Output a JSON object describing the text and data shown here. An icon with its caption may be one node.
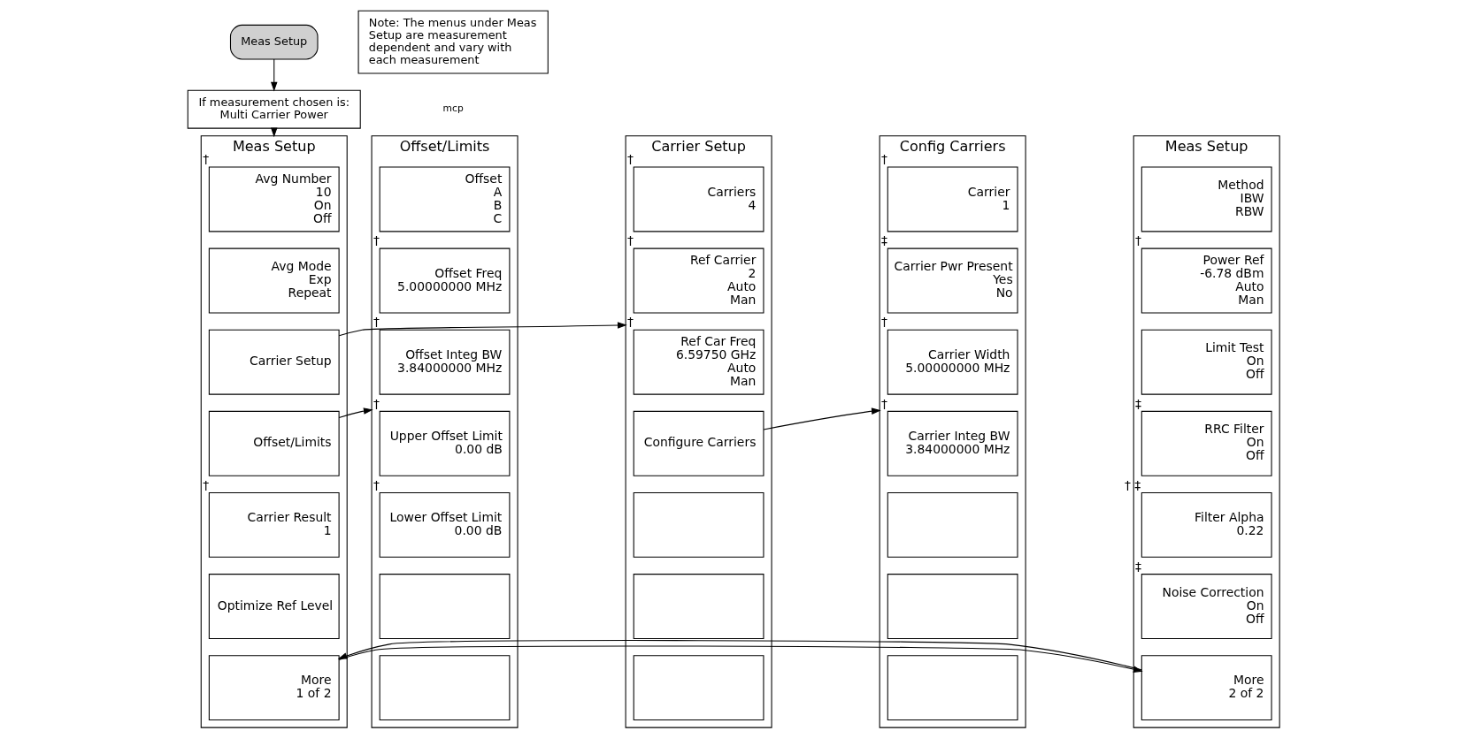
{
  "diagram": {
    "nodes": [
      {
        "text": [
          "Meas Setup"
        ]
      },
      {
        "text": [
          "If measurement chosen is:",
          "Multi Carrier Power"
        ]
      },
      {
        "text": [
          "Note: The menus under Meas Setup are measurement dependent and vary with each measurement"
        ]
      },
      {
        "text": [
          "Meas Setup"
        ]
      },
      {
        "text": [
          "Avg Number",
          "10",
          "On",
          "Off"
        ],
        "in": 3,
        "beside": [
          "†"
        ]
      },
      {
        "text": [
          "Avg Mode",
          "Exp",
          "Repeat"
        ],
        "in": 3
      },
      {
        "text": [
          "Carrier Setup"
        ],
        "in": 3
      },
      {
        "text": [
          "Offset/Limits"
        ],
        "in": 3
      },
      {
        "text": [
          "Carrier Result",
          "1"
        ],
        "in": 3,
        "beside": [
          "†"
        ]
      },
      {
        "text": [
          "Optimize Ref Level"
        ],
        "in": 3
      },
      {
        "text": [
          "More",
          "1 of 2"
        ],
        "in": 3
      },
      {
        "text": [
          "Meas Setup"
        ]
      },
      {
        "text": [
          "Method",
          "IBW",
          "RBW"
        ],
        "in": 11
      },
      {
        "text": [
          "Power Ref",
          "-6.78 dBm",
          "Auto",
          "Man"
        ],
        "in": 11,
        "beside": [
          "†"
        ]
      },
      {
        "text": [
          "Limit Test",
          "On",
          "Off"
        ],
        "in": 11
      },
      {
        "text": [
          "RRC Filter",
          "On",
          "Off"
        ],
        "in": 11,
        "beside": [
          "‡"
        ]
      },
      {
        "text": [
          "Filter Alpha",
          "0.22"
        ],
        "in": 11,
        "beside": [
          "† ‡"
        ]
      },
      {
        "text": [
          "Noise Correction",
          "On",
          "Off"
        ],
        "in": 11,
        "beside": [
          "‡"
        ]
      },
      {
        "text": [
          "More",
          "2 of 2"
        ],
        "in": 11
      },
      {
        "text": [
          "Offset/Limits"
        ]
      },
      {
        "text": [
          "Offset",
          "A",
          "B",
          "C"
        ],
        "in": 19
      },
      {
        "text": [
          "Offset Freq",
          "5.00000000 MHz"
        ],
        "in": 19,
        "beside": [
          "†"
        ]
      },
      {
        "text": [
          "Offset Integ BW",
          "3.84000000 MHz"
        ],
        "in": 19,
        "beside": [
          "†"
        ]
      },
      {
        "text": [
          "Upper Offset Limit",
          "0.00 dB"
        ],
        "in": 19,
        "beside": [
          "†"
        ]
      },
      {
        "text": [
          "Lower Offset Limit",
          "0.00 dB"
        ],
        "in": 19,
        "beside": [
          "†"
        ]
      },
      {
        "text": [],
        "shape": "box",
        "in": 19
      },
      {
        "text": [],
        "shape": "box",
        "in": 19
      },
      {
        "text": [
          "Carrier Setup"
        ]
      },
      {
        "text": [
          "Carriers",
          "4"
        ],
        "in": 27,
        "beside": [
          "†"
        ]
      },
      {
        "text": [
          "Ref Carrier",
          "2",
          "Auto",
          "Man"
        ],
        "in": 27,
        "beside": [
          "†"
        ]
      },
      {
        "text": [
          "Ref Car Freq",
          "6.59750 GHz",
          "Auto",
          "Man"
        ],
        "in": 27,
        "beside": [
          "†"
        ]
      },
      {
        "text": [
          "Configure Carriers"
        ],
        "in": 27
      },
      {
        "text": [],
        "shape": "box",
        "in": 27
      },
      {
        "text": [],
        "shape": "box",
        "in": 27
      },
      {
        "text": [],
        "shape": "box",
        "in": 27
      },
      {
        "text": [
          "Config Carriers"
        ]
      },
      {
        "text": [
          "Carrier",
          "1"
        ],
        "in": 35,
        "beside": [
          "†"
        ]
      },
      {
        "text": [
          "Carrier Pwr Present",
          "Yes",
          "No"
        ],
        "in": 35,
        "beside": [
          "‡"
        ]
      },
      {
        "text": [
          "Carrier Width",
          "5.00000000 MHz"
        ],
        "in": 35,
        "beside": [
          "†"
        ]
      },
      {
        "text": [
          "Carrier Integ BW",
          "3.84000000 MHz"
        ],
        "in": 35,
        "beside": [
          "†"
        ]
      },
      {
        "text": [],
        "shape": "box",
        "in": 35
      },
      {
        "text": [],
        "shape": "box",
        "in": 35
      },
      {
        "text": [],
        "shape": "box",
        "in": 35
      }
    ],
    "edges": [
      {
        "from": 0,
        "to": 1,
        "arrow": "to"
      },
      {
        "from": 1,
        "to": 3,
        "arrow": "to"
      },
      {
        "from": 6,
        "to": 27,
        "arrow": "to"
      },
      {
        "from": 7,
        "to": 19,
        "arrow": "to"
      },
      {
        "from": 10,
        "to": 18,
        "arrow": "to"
      },
      {
        "from": 18,
        "to": 10,
        "arrow": "to"
      },
      {
        "from": 31,
        "to": 35,
        "arrow": "to"
      }
    ],
    "labels": [
      "mcp"
    ]
  }
}
